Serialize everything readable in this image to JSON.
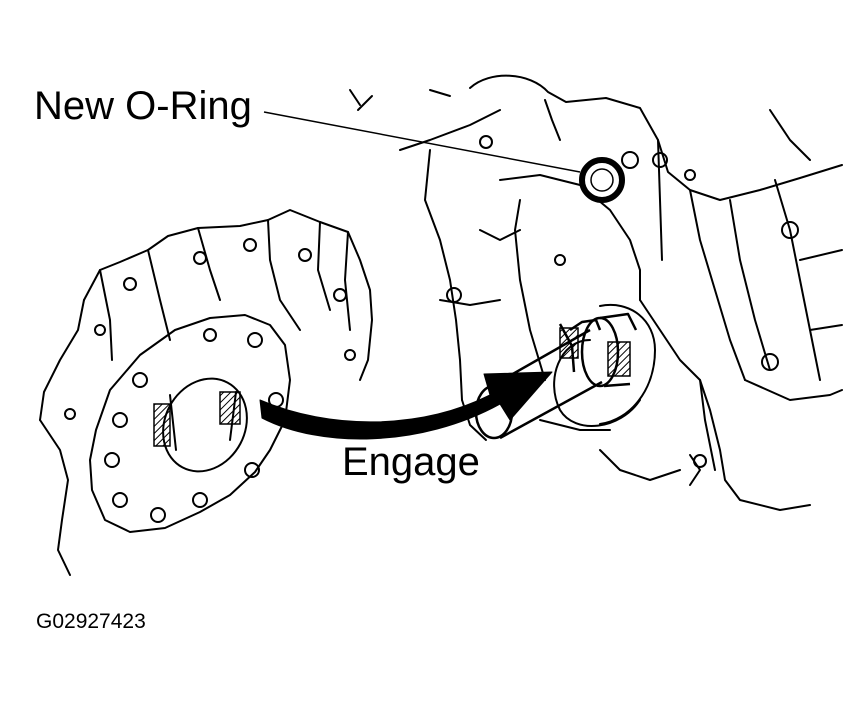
{
  "labels": {
    "new_oring": "New O-Ring",
    "engage": "Engage",
    "figure_id": "G02927423"
  },
  "colors": {
    "ink": "#000000",
    "background": "#ffffff"
  }
}
